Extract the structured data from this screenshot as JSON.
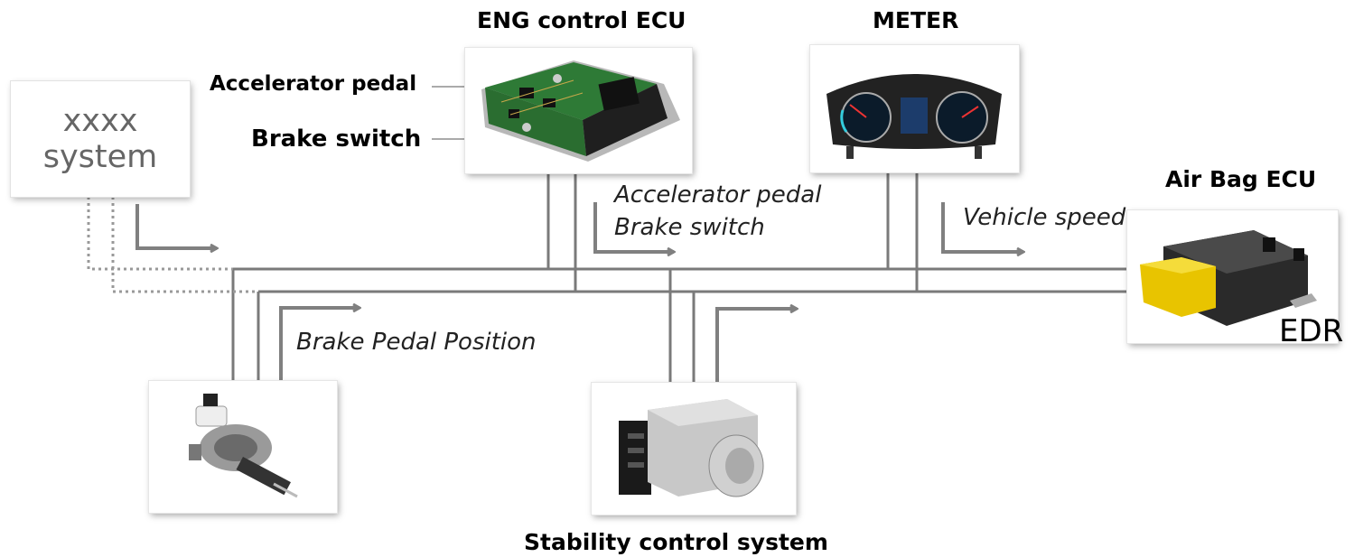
{
  "titles": {
    "eng_ecu": "ENG control ECU",
    "meter": "METER",
    "airbag": "Air Bag ECU",
    "stability": "Stability control system"
  },
  "inputs": {
    "accelerator": "Accelerator pedal",
    "brake_switch": "Brake switch"
  },
  "xxxx_system": {
    "line1": "xxxx",
    "line2": "system"
  },
  "signals": {
    "accel_line1": "Accelerator pedal",
    "accel_line2": "Brake switch",
    "vehicle_speed": "Vehicle speed",
    "brake_pedal_position": "Brake Pedal Position"
  },
  "edr": "EDR",
  "colors": {
    "bus": "#7a7a7a",
    "arrow": "#808080",
    "card_shadow": "#cccccc",
    "connector_yellow": "#e8c400"
  },
  "icons": {
    "eng_ecu": "circuit-board-icon",
    "meter": "instrument-cluster-icon",
    "airbag": "airbag-ecu-icon",
    "brake": "brake-master-cylinder-icon",
    "stability": "abs-modulator-icon"
  }
}
